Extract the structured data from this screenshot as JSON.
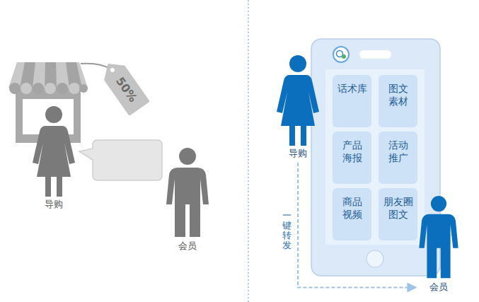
{
  "diagram": {
    "nodes": [
      {
        "text": [
          "50%"
        ]
      },
      {
        "text": [
          "导购"
        ]
      },
      {
        "text": [
          "会员"
        ]
      },
      {
        "text": [
          "导购"
        ]
      },
      {
        "text": [
          "话术库"
        ]
      },
      {
        "text": [
          "图文素材"
        ]
      },
      {
        "text": [
          "产品海报"
        ]
      },
      {
        "text": [
          "活动推广"
        ]
      },
      {
        "text": [
          "商品视频"
        ]
      },
      {
        "text": [
          "朋友圈图文"
        ]
      },
      {
        "text": [
          "会员"
        ]
      }
    ],
    "edges": [
      {
        "from": 3,
        "to": 10,
        "arrow": "to",
        "label": "一键转发"
      }
    ]
  }
}
